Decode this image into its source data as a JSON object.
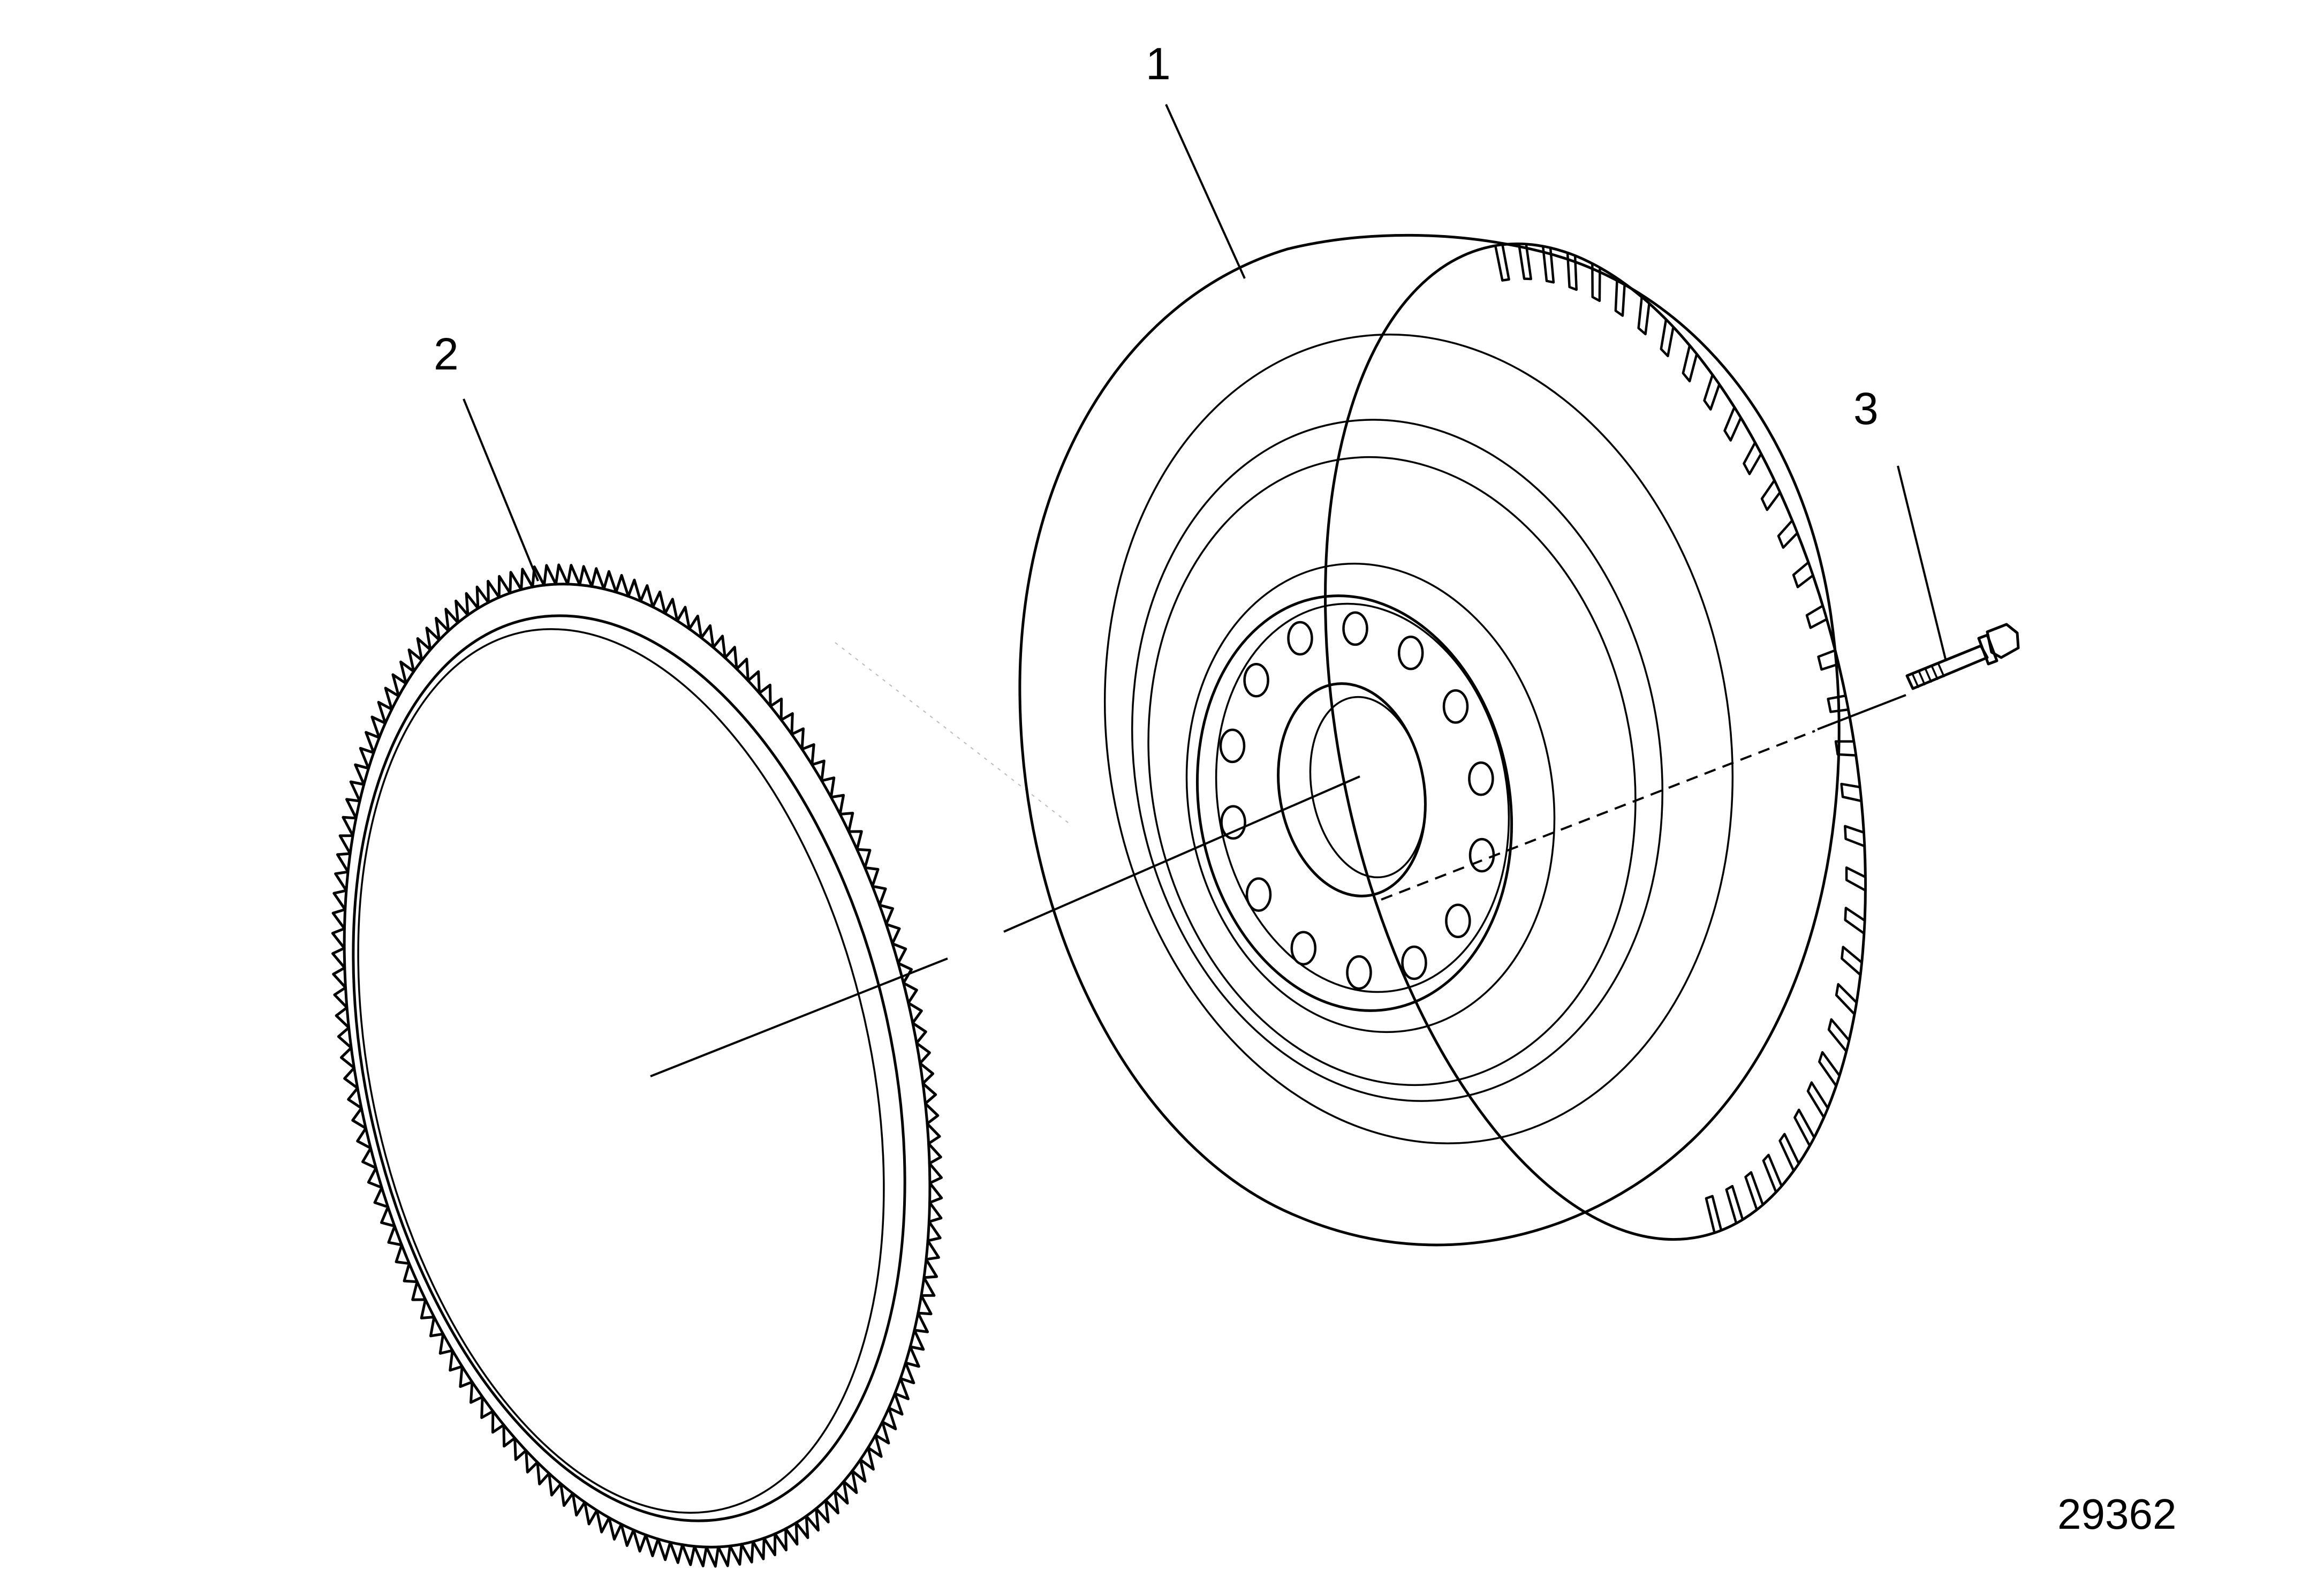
{
  "drawing": {
    "figure_number": "29362",
    "callouts": [
      {
        "id": "1",
        "label": "1",
        "part": "flywheel"
      },
      {
        "id": "2",
        "label": "2",
        "part": "ring-gear"
      },
      {
        "id": "3",
        "label": "3",
        "part": "bolt"
      }
    ]
  }
}
